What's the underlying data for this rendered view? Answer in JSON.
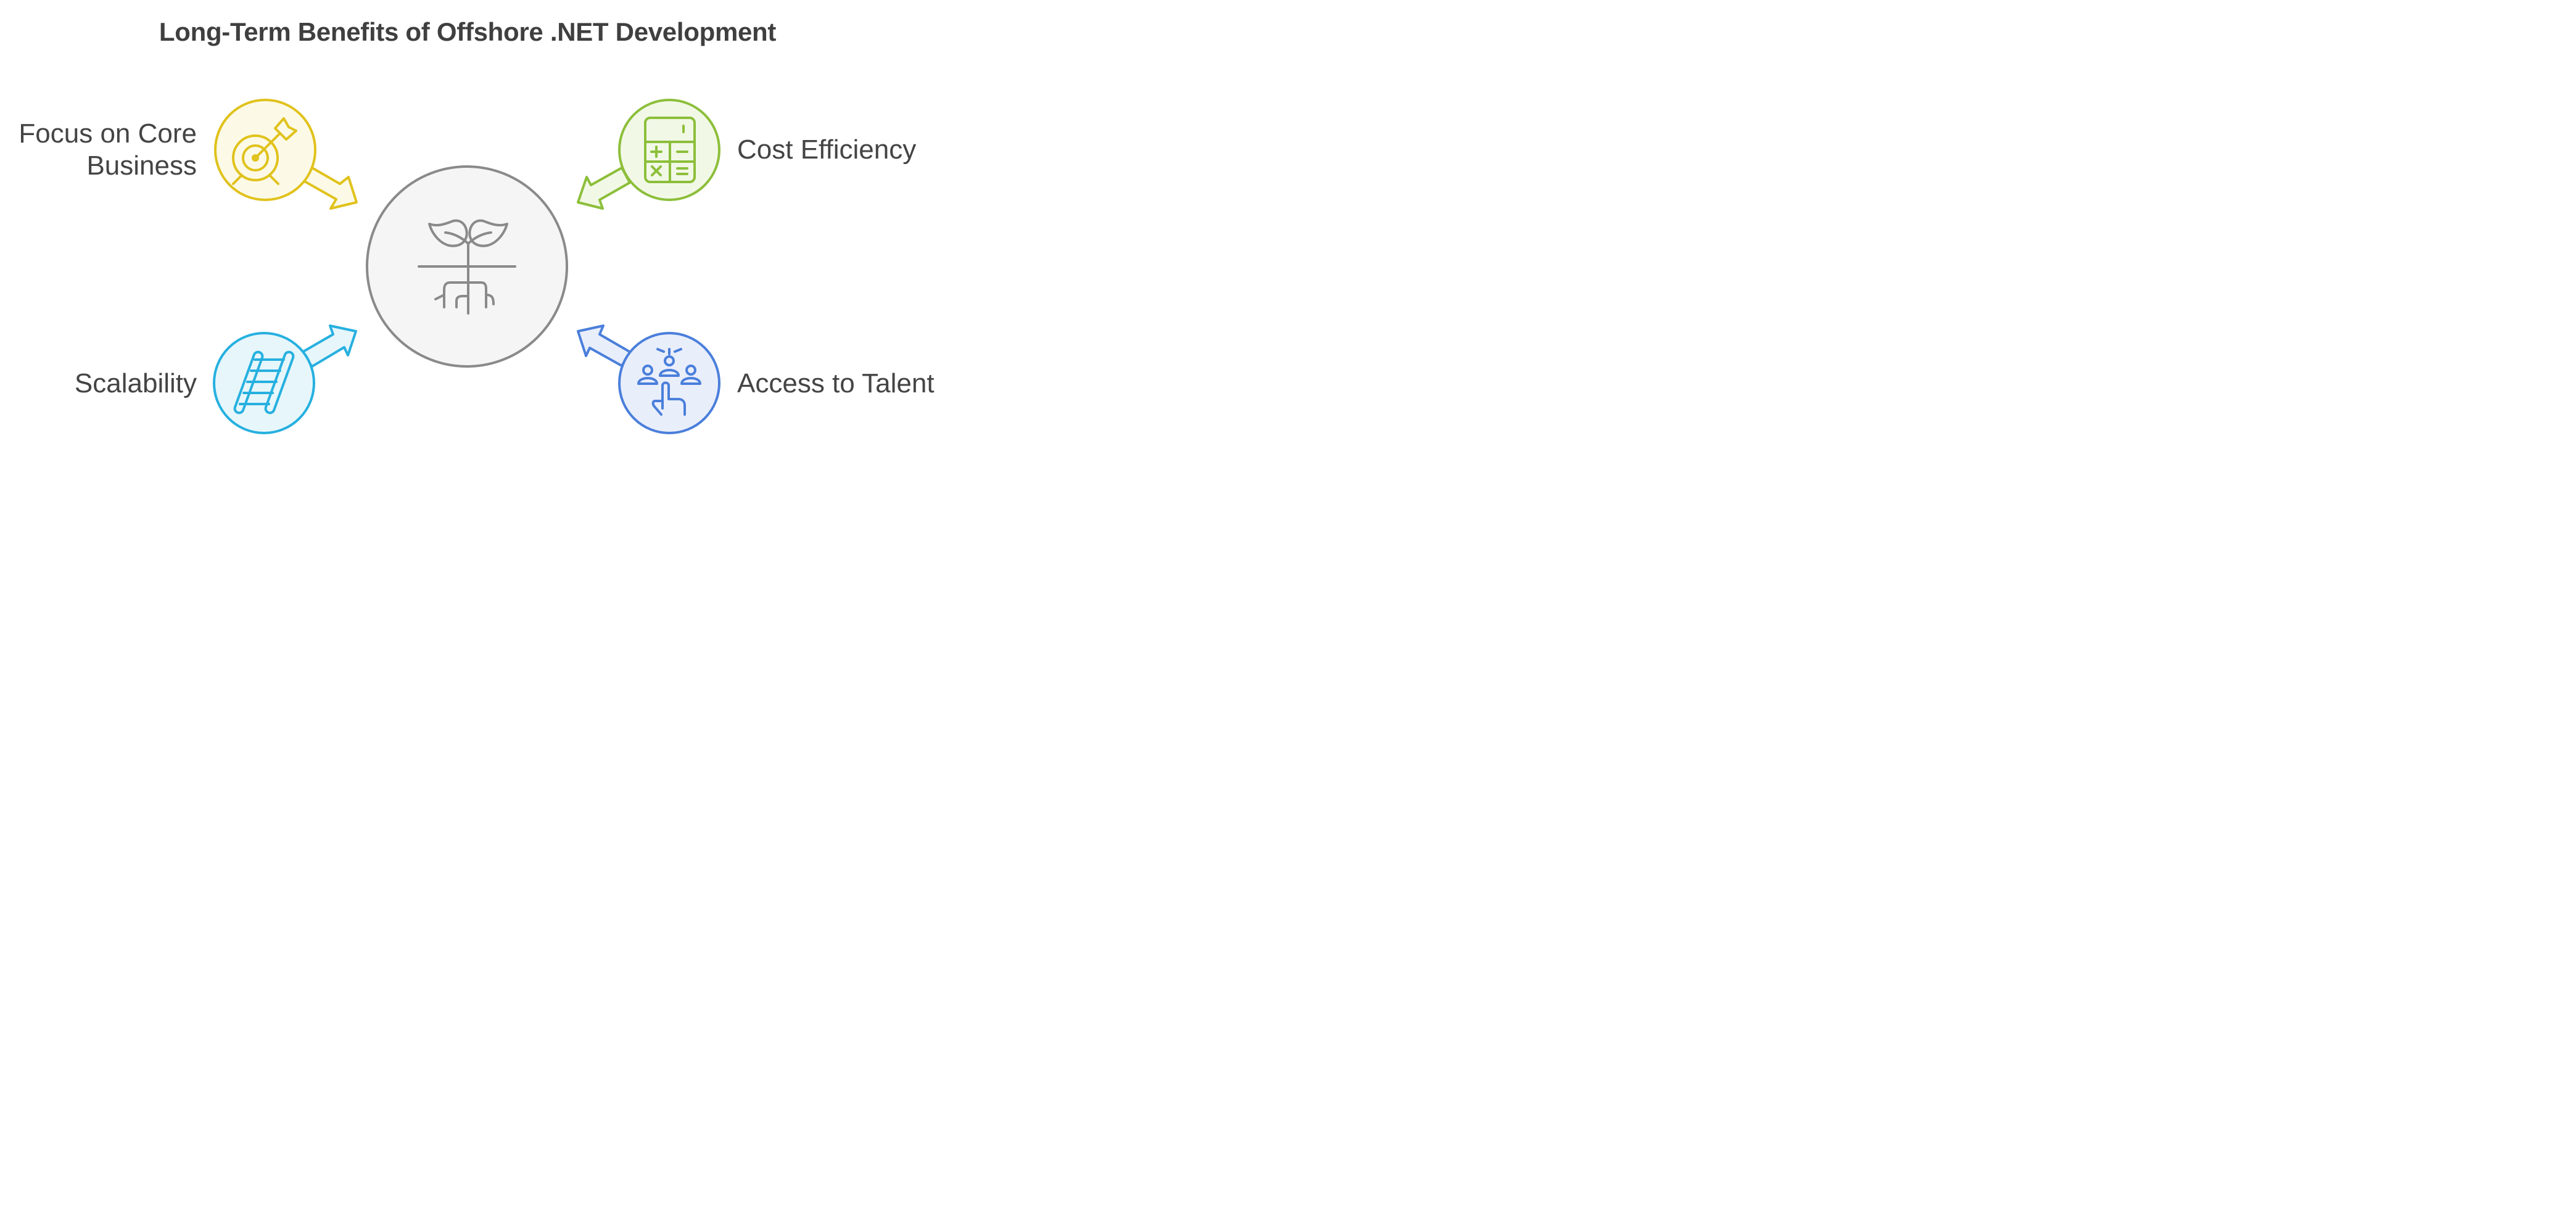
{
  "title": "Long-Term Benefits of Offshore .NET Development",
  "center": {
    "icon": "sprouting-plant-roots-icon",
    "stroke": "#8a8a8a",
    "fill": "#f5f5f5"
  },
  "benefits": [
    {
      "line1": "Focus on Core",
      "line2": "Business",
      "icon": "target-arrow-icon",
      "stroke": "#e0c21c",
      "fill": "#fcfae6"
    },
    {
      "line1": "Cost Efficiency",
      "icon": "calculator-icon",
      "stroke": "#8cbf3a",
      "fill": "#f2f8e6"
    },
    {
      "line1": "Scalability",
      "icon": "ladder-icon",
      "stroke": "#26b0df",
      "fill": "#e6f6fb"
    },
    {
      "line1": "Access to Talent",
      "icon": "team-select-icon",
      "stroke": "#4a7fdb",
      "fill": "#e9eefb"
    }
  ]
}
